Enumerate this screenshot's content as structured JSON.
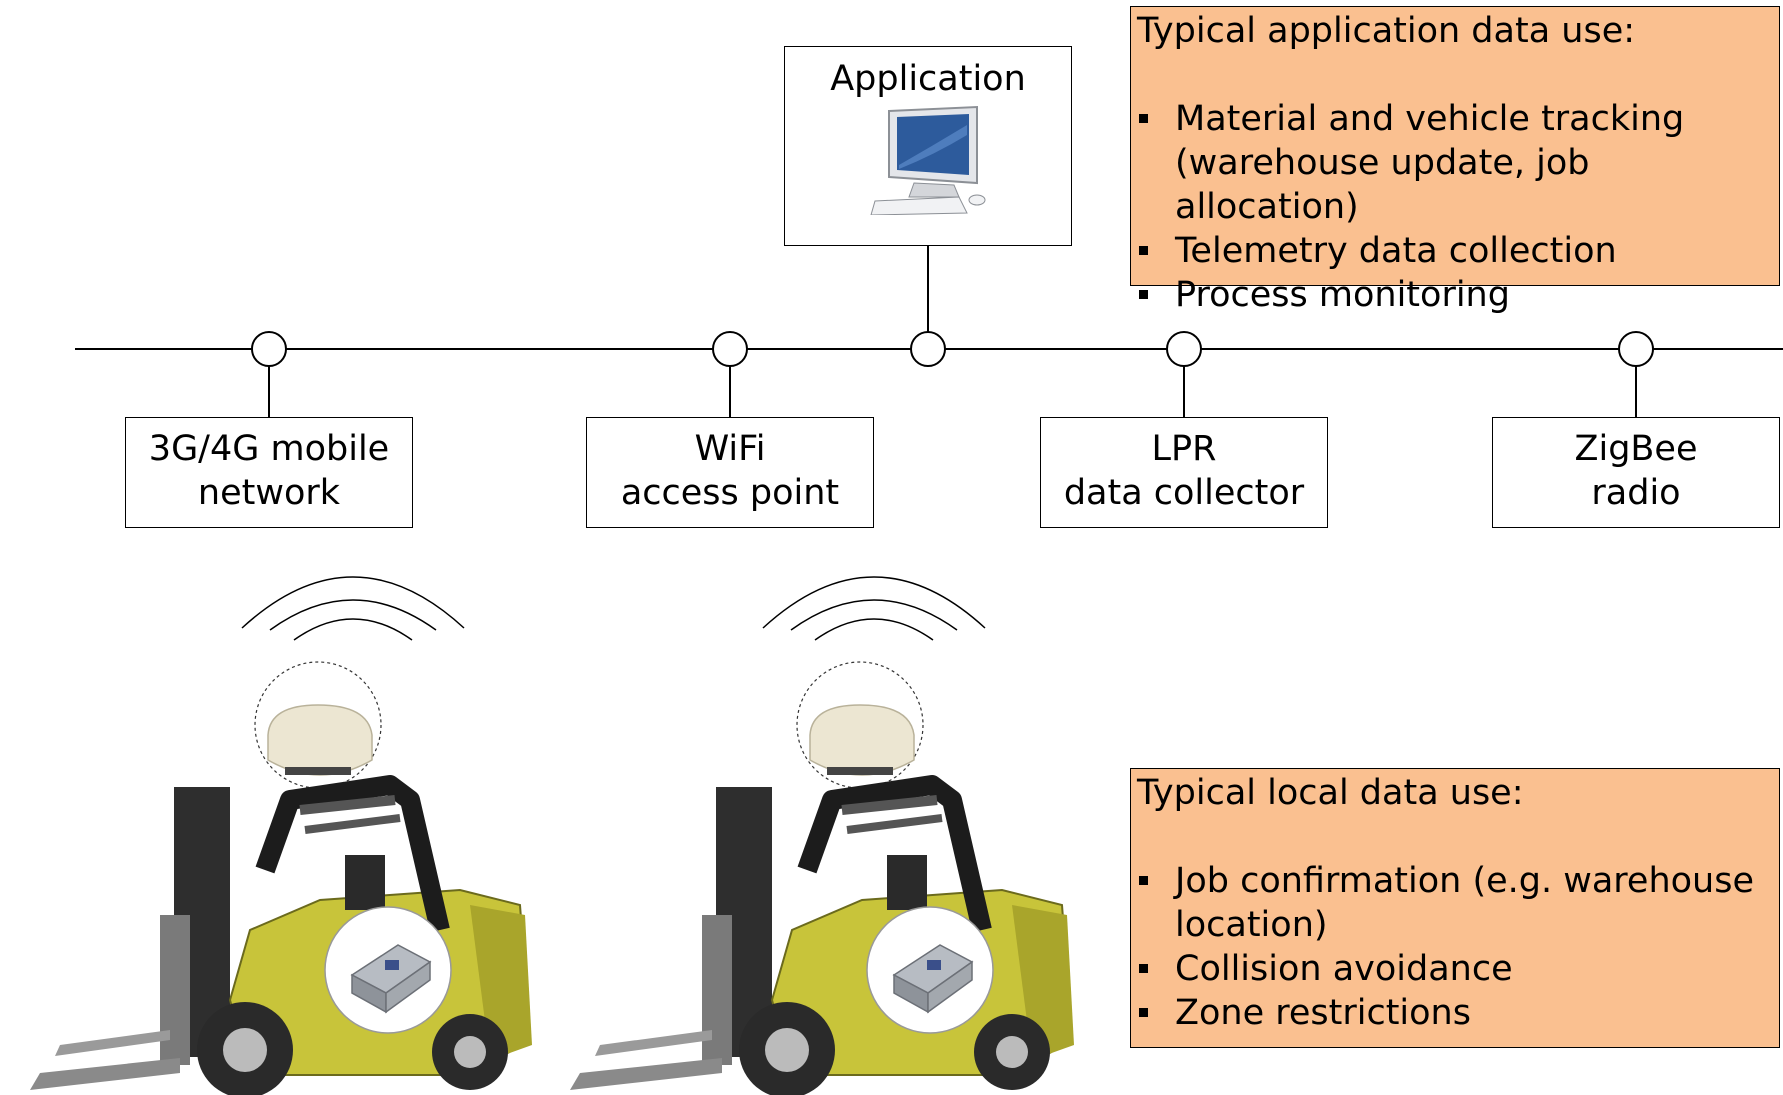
{
  "application": {
    "label": "Application"
  },
  "nodes": [
    {
      "line1": "3G/4G mobile",
      "line2": "network"
    },
    {
      "line1": "WiFi",
      "line2": "access point"
    },
    {
      "line1": "LPR",
      "line2": "data collector"
    },
    {
      "line1": "ZigBee",
      "line2": "radio"
    }
  ],
  "application_note": {
    "title": "Typical application data use:",
    "items": [
      "Material and vehicle tracking (warehouse update, job allocation)",
      "Telemetry data collection",
      "Process monitoring"
    ]
  },
  "local_note": {
    "title": "Typical local data use:",
    "items": [
      "Job confirmation (e.g. warehouse location)",
      "Collision avoidance",
      "Zone restrictions"
    ]
  },
  "colors": {
    "note_fill": "#fac090",
    "forklift_body": "#c8c43a",
    "forklift_dark": "#2a2a2a"
  },
  "icons": [
    "computer-icon",
    "forklift-icon",
    "antenna-icon",
    "controller-box-icon",
    "wireless-signal-icon"
  ]
}
